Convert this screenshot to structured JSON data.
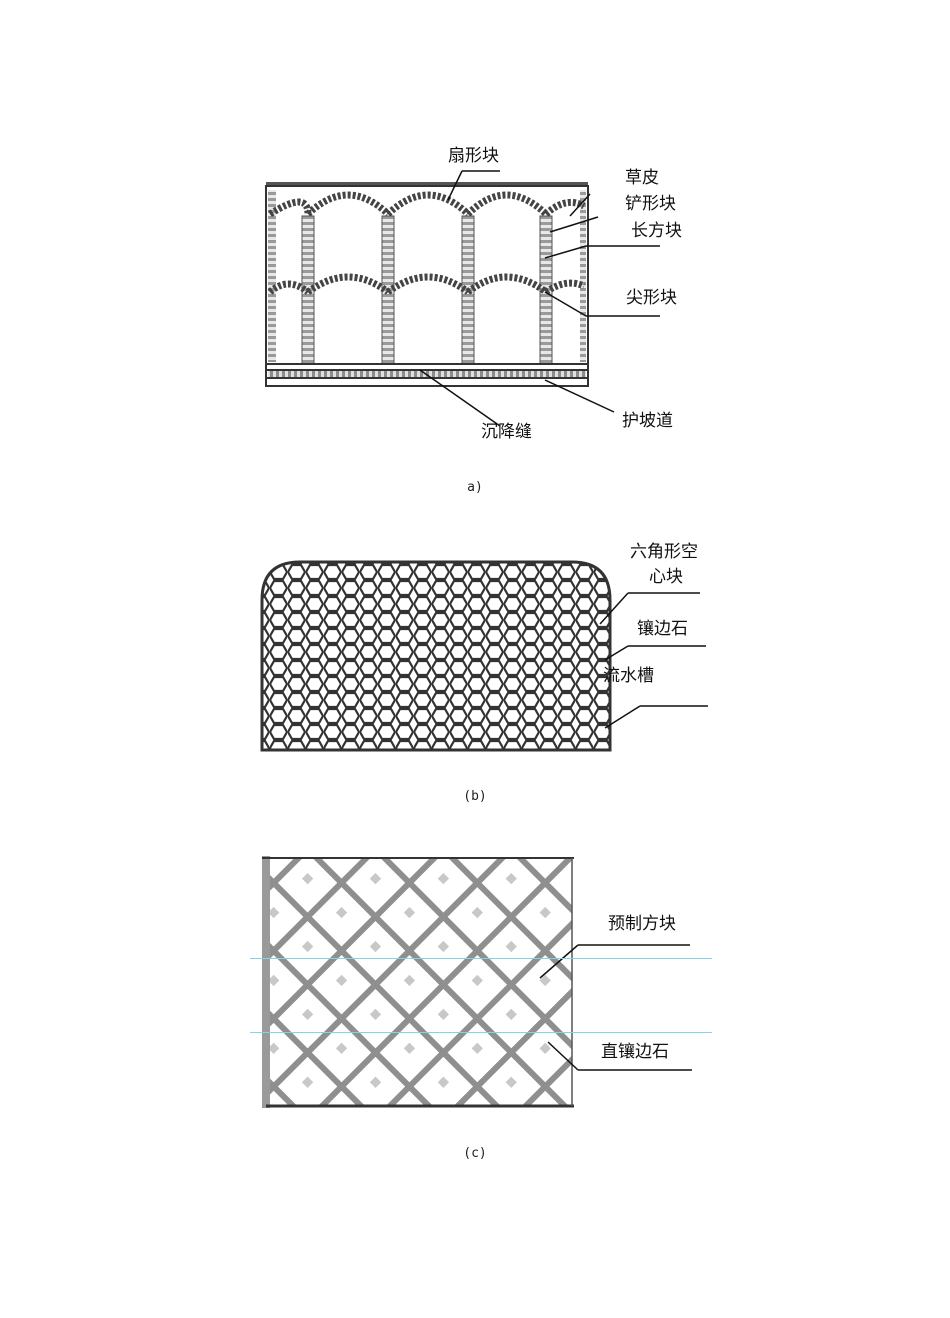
{
  "figure_a": {
    "labels": {
      "shanxing": "扇形块",
      "caopi": "草皮",
      "chanxing": "铲形块",
      "changfang": "长方块",
      "jianxing": "尖形块",
      "chenjiangfeng": "沉降缝",
      "hupodao": "护坡道"
    },
    "caption": "a)"
  },
  "figure_b": {
    "labels": {
      "liujiao_line1": "六角形空",
      "liujiao_line2": "心块",
      "xiangbianshi": "镶边石",
      "liushuicao": "流水槽"
    },
    "caption": "(b)"
  },
  "figure_c": {
    "labels": {
      "yuzhi": "预制方块",
      "zhixiang": "直镶边石"
    },
    "caption": "(c)"
  },
  "colors": {
    "ink": "#222222",
    "guide": "#7fd7e6"
  }
}
